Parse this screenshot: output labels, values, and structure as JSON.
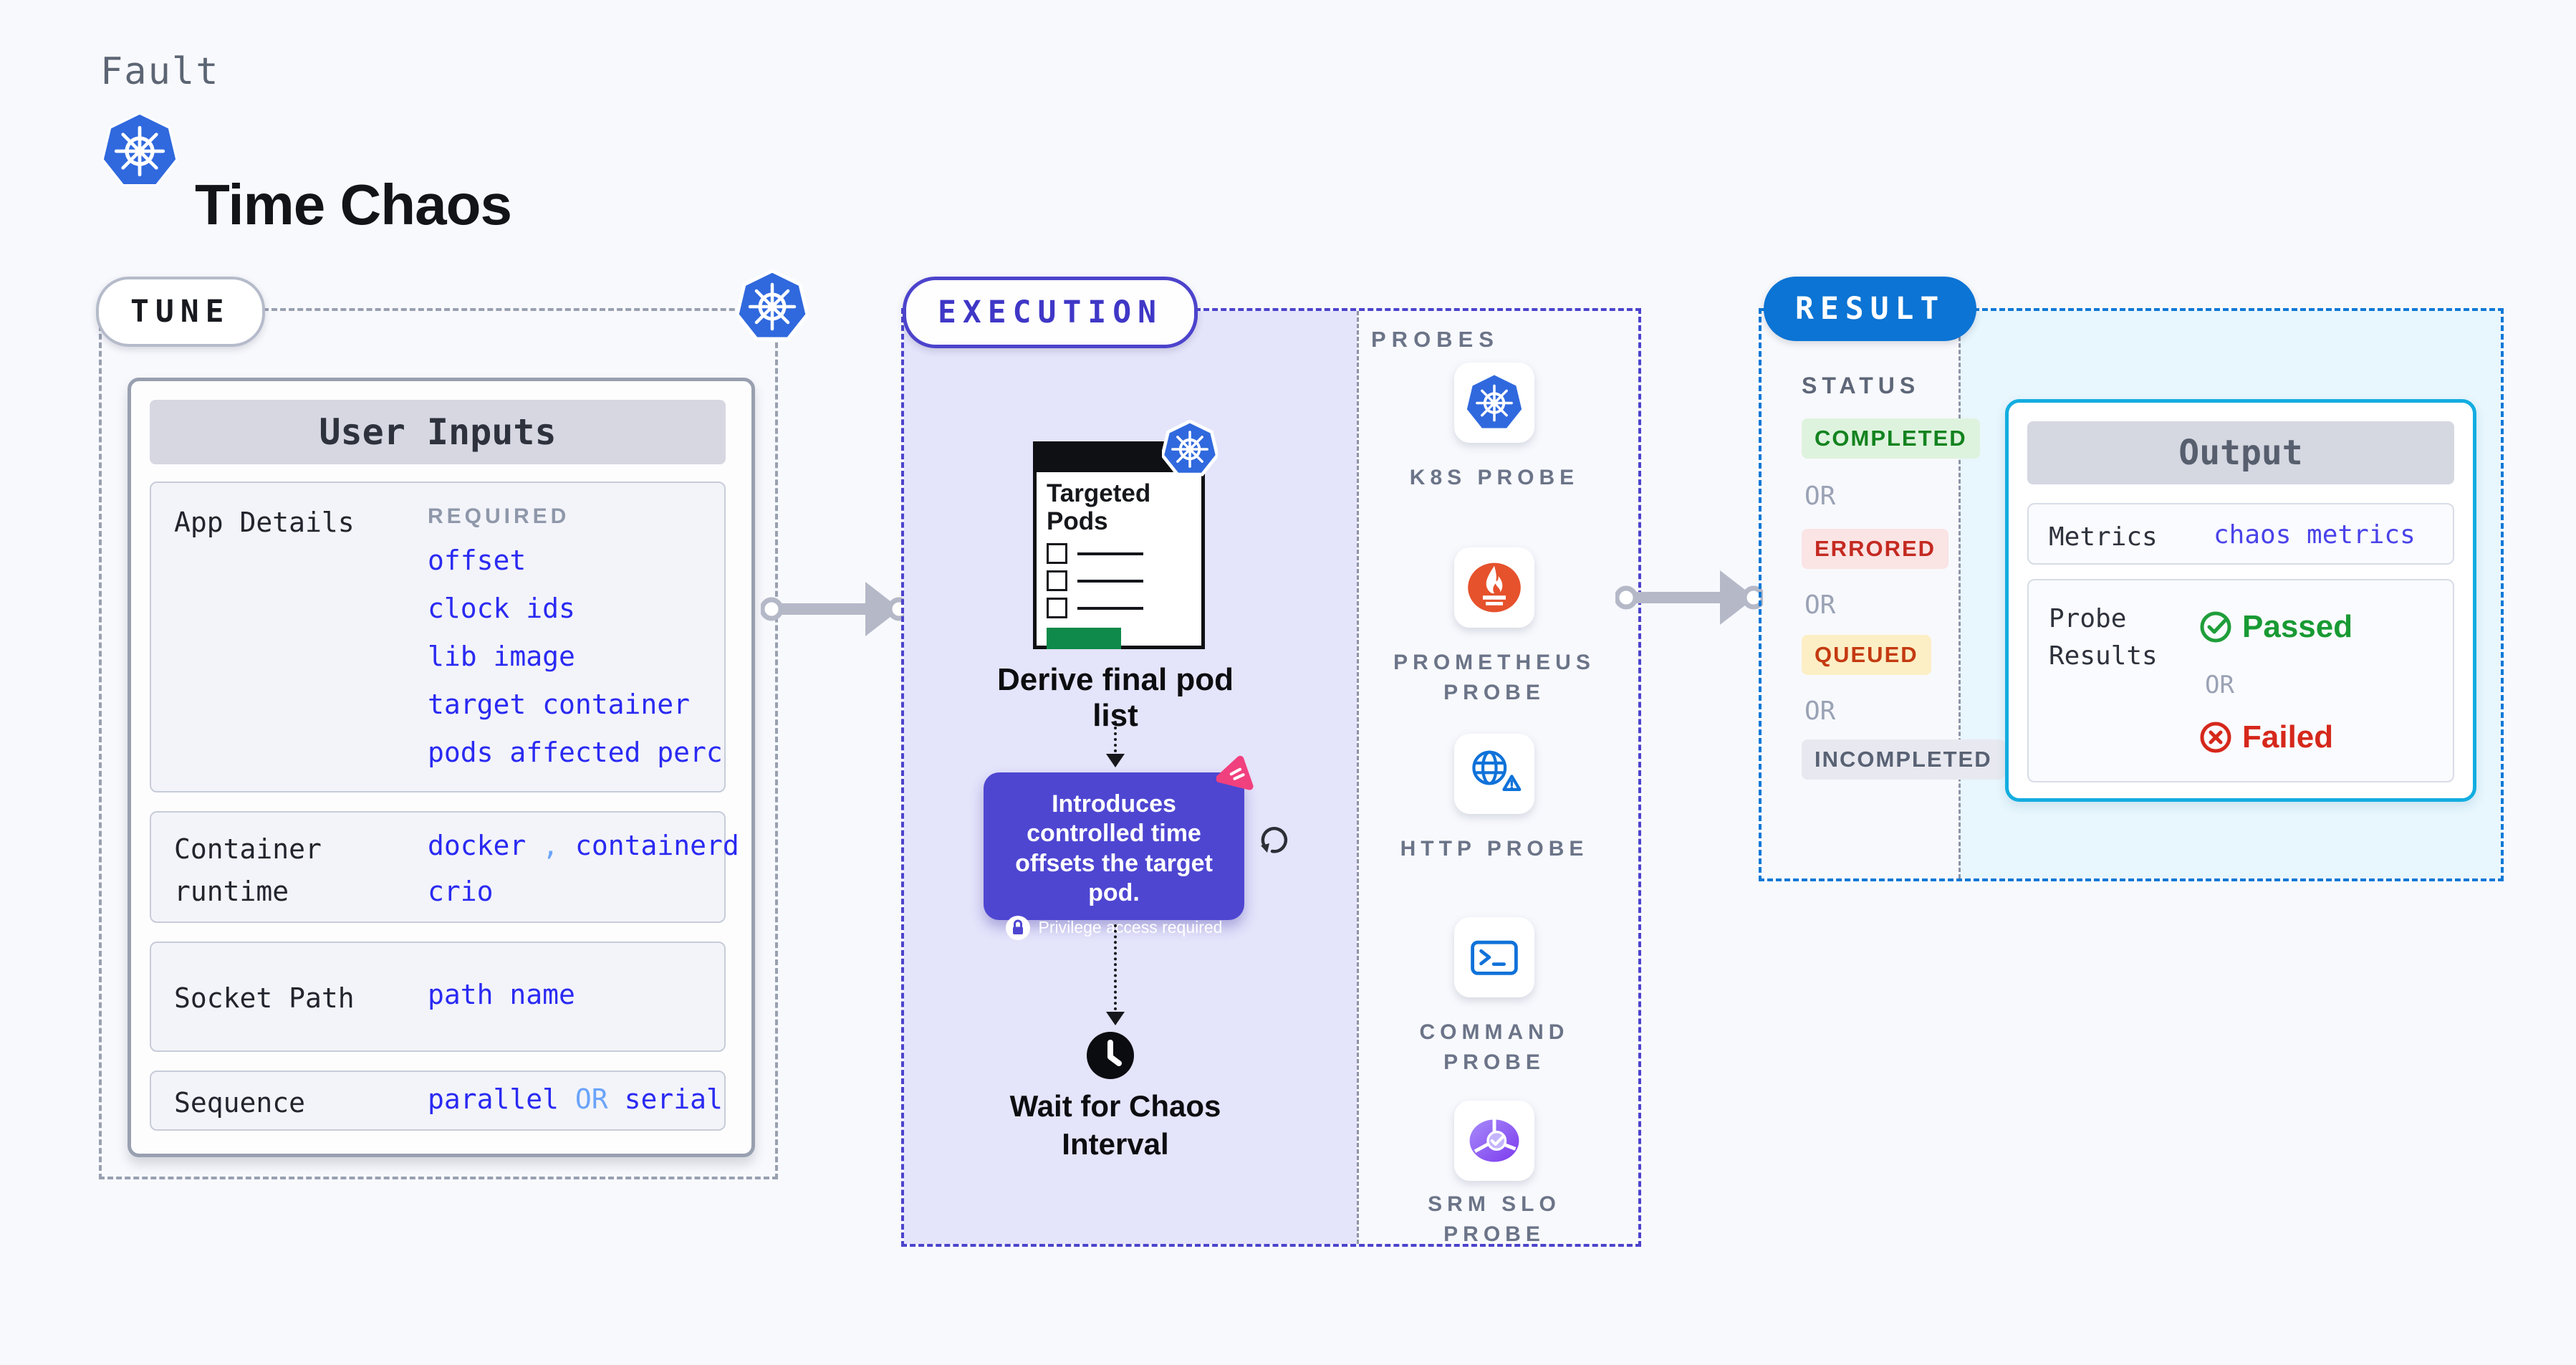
{
  "header": {
    "eyebrow": "Fault",
    "title": "Time Chaos"
  },
  "tune": {
    "badge": "TUNE",
    "card_title": "User Inputs",
    "app_details": {
      "label": "App Details",
      "tag": "REQUIRED",
      "values": [
        "offset",
        "clock ids",
        "lib image",
        "target container",
        "pods affected perc"
      ]
    },
    "container_runtime": {
      "label": "Container runtime",
      "value_a": "docker",
      "separator": ",",
      "value_b": "containerd",
      "value_c": "crio"
    },
    "socket_path": {
      "label": "Socket Path",
      "value": "path name"
    },
    "sequence": {
      "label": "Sequence",
      "value_a": "parallel",
      "or": "OR",
      "value_b": "serial"
    }
  },
  "execution": {
    "badge": "EXECUTION",
    "targeted_pods_title": "Targeted Pods",
    "derive_label": "Derive final pod list",
    "tooltip": {
      "text": "Introduces controlled time offsets the target pod.",
      "note": "Privilege access required"
    },
    "wait_label": "Wait for Chaos Interval"
  },
  "probes": {
    "title": "PROBES",
    "items": [
      {
        "label": "K8S PROBE",
        "icon": "kubernetes-icon"
      },
      {
        "label": "PROMETHEUS PROBE",
        "icon": "prometheus-icon"
      },
      {
        "label": "HTTP PROBE",
        "icon": "globe-warning-icon"
      },
      {
        "label": "COMMAND PROBE",
        "icon": "terminal-icon"
      },
      {
        "label": "SRM SLO PROBE",
        "icon": "slo-pie-check-icon"
      }
    ]
  },
  "result": {
    "badge": "RESULT",
    "status": {
      "title": "STATUS",
      "or": "OR",
      "badges": [
        {
          "label": "COMPLETED"
        },
        {
          "label": "ERRORED"
        },
        {
          "label": "QUEUED"
        },
        {
          "label": "INCOMPLETED"
        }
      ]
    },
    "output": {
      "title": "Output",
      "metrics_label": "Metrics",
      "metrics_value": "chaos metrics",
      "probe_label": "Probe Results",
      "passed": "Passed",
      "or": "OR",
      "failed": "Failed"
    }
  },
  "icons": {
    "brand": "kubernetes-icon",
    "tooltip_lock": "lock-icon",
    "tooltip_brand": "litmus-pink-icon",
    "loop": "refresh-icon",
    "wait": "clock-icon",
    "passed": "check-circle-icon",
    "failed": "x-circle-icon"
  },
  "colors": {
    "accent_indigo": "#4c43cc",
    "accent_blue": "#0b74d4",
    "accent_cyan": "#13ade0",
    "value_blue": "#2a2af2",
    "value_blue_light": "#6aa4fa",
    "lavender_bg": "#e4e4fb",
    "ice_bg": "#e8f6fd",
    "completed_green": "#13831f",
    "errored_red": "#c42a21",
    "queued_red": "#c43a11",
    "incompleted_gray": "#596274",
    "passed_green": "#189a33",
    "failed_red": "#d5281b",
    "tooltip_purple": "#4e46d1",
    "k8s_blue": "#3069de",
    "prometheus_orange": "#e6522c",
    "pods_green": "#0f8a4b",
    "arrow_gray": "#b4b8c7"
  }
}
